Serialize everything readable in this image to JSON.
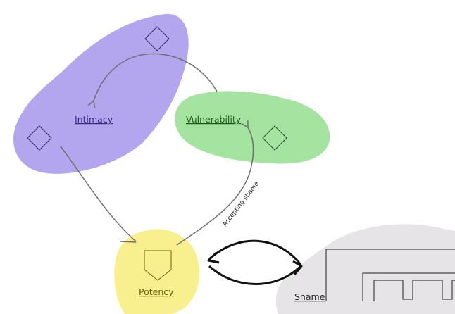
{
  "nodes": [
    {
      "id": "intimacy",
      "label": "Intimacy",
      "color": "#b3a6ef",
      "label_color": "#3a2a86",
      "icon": "diamond-icon"
    },
    {
      "id": "vulnerability",
      "label": "Vulnerability",
      "color": "#a5e3a0",
      "label_color": "#1f5a1d",
      "icon": "diamond-icon"
    },
    {
      "id": "potency",
      "label": "Potency",
      "color": "#f8f08e",
      "label_color": "#6b6210",
      "icon": "home-plate-icon"
    },
    {
      "id": "shame",
      "label": "Shame",
      "color": "#e6e4e6",
      "label_color": "#222222",
      "icon": "square-wave-icon"
    }
  ],
  "edges": [
    {
      "from": "vulnerability",
      "to": "intimacy",
      "label": ""
    },
    {
      "from": "intimacy",
      "to": "potency",
      "label": ""
    },
    {
      "from": "potency",
      "to": "vulnerability",
      "label": "Accepting shame"
    },
    {
      "from": "potency",
      "to": "shame",
      "label": "",
      "bidirectional": true
    }
  ]
}
